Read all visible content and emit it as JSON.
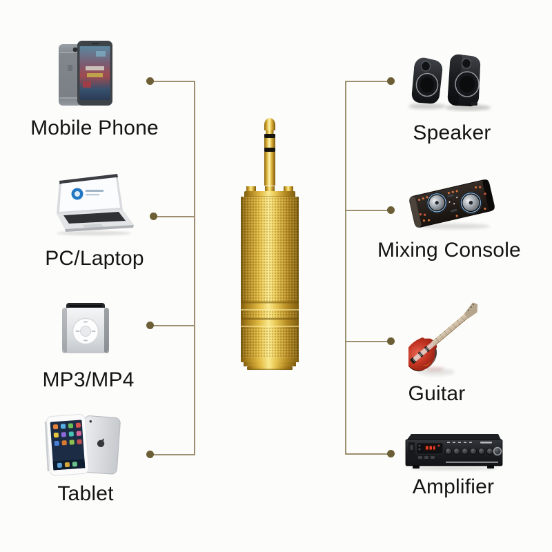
{
  "page": {
    "background": "#fcfcfa"
  },
  "connectors": {
    "line_color": "#9c8e6f",
    "dot_color": "#6c5f36"
  },
  "adapter": {
    "icon": "gold-audio-adapter-image",
    "gold_highlight": "#fdf3ae",
    "gold_mid": "#d9ae35",
    "gold_shadow": "#7d5c0f"
  },
  "left_column": {
    "items": [
      {
        "label": "Mobile Phone",
        "icon": "mobile-phone-image"
      },
      {
        "label": "PC/Laptop",
        "icon": "laptop-image"
      },
      {
        "label": "MP3/MP4",
        "icon": "mp3-player-image"
      },
      {
        "label": "Tablet",
        "icon": "tablet-image"
      }
    ]
  },
  "right_column": {
    "items": [
      {
        "label": "Speaker",
        "icon": "speaker-image"
      },
      {
        "label": "Mixing Console",
        "icon": "mixing-console-image"
      },
      {
        "label": "Guitar",
        "icon": "guitar-image"
      },
      {
        "label": "Amplifier",
        "icon": "amplifier-image"
      }
    ]
  }
}
